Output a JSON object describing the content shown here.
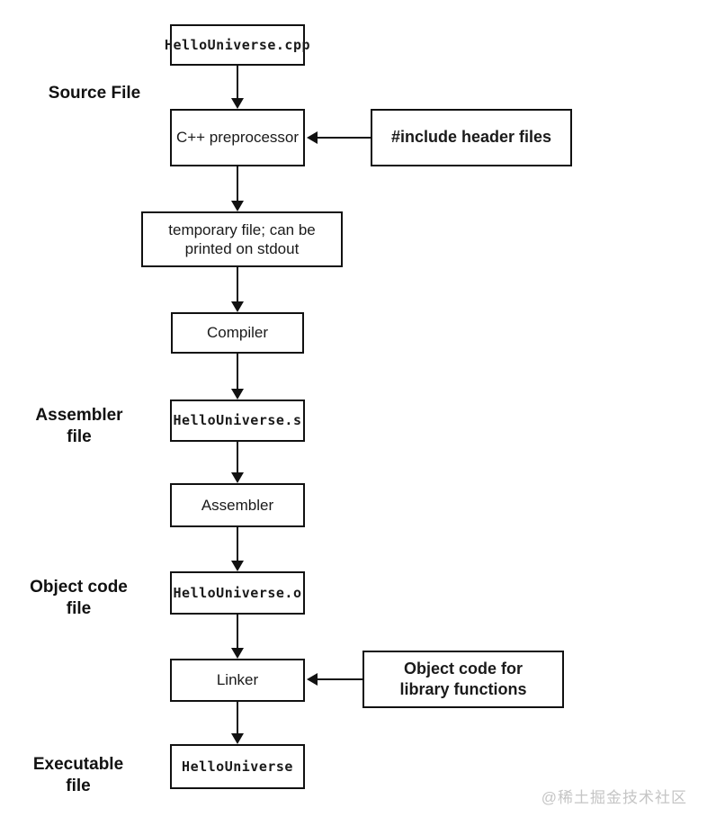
{
  "flowchart": {
    "main_nodes": [
      {
        "id": "source-cpp",
        "label": "HelloUniverse.cpp",
        "kind": "file"
      },
      {
        "id": "preprocessor",
        "label": "C++ preprocessor",
        "kind": "process"
      },
      {
        "id": "temp-file",
        "label": "temporary file; can be printed on stdout",
        "kind": "process"
      },
      {
        "id": "compiler",
        "label": "Compiler",
        "kind": "process"
      },
      {
        "id": "assembly-s",
        "label": "HelloUniverse.s",
        "kind": "file"
      },
      {
        "id": "assembler",
        "label": "Assembler",
        "kind": "process"
      },
      {
        "id": "object-o",
        "label": "HelloUniverse.o",
        "kind": "file"
      },
      {
        "id": "linker",
        "label": "Linker",
        "kind": "process"
      },
      {
        "id": "executable",
        "label": "HelloUniverse",
        "kind": "file"
      }
    ],
    "side_labels": [
      {
        "label": "Source File"
      },
      {
        "label": "Assembler file"
      },
      {
        "label": "Object code file"
      },
      {
        "label": "Executable file"
      }
    ],
    "annotations": [
      {
        "label": "#include header files"
      },
      {
        "label": "Object code for library functions"
      }
    ],
    "watermark": "@稀土掘金技术社区",
    "colors": {
      "line": "#111111",
      "text": "#1a1a1a",
      "watermark": "#c5c5c5",
      "background": "#ffffff"
    }
  }
}
